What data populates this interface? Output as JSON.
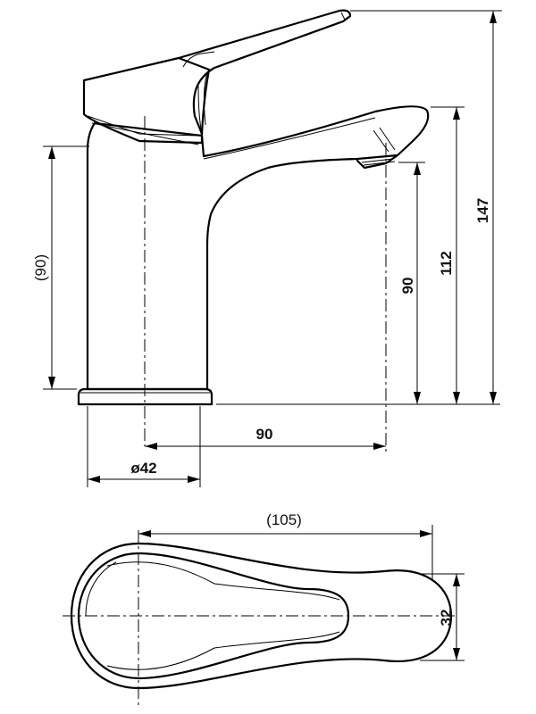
{
  "dimensions": {
    "height_total": "147",
    "height_aerator": "112",
    "height_outlet": "90",
    "body_height": "(90)",
    "reach": "90",
    "base_diameter": "ø42",
    "top_length": "(105)",
    "top_width": "32"
  }
}
